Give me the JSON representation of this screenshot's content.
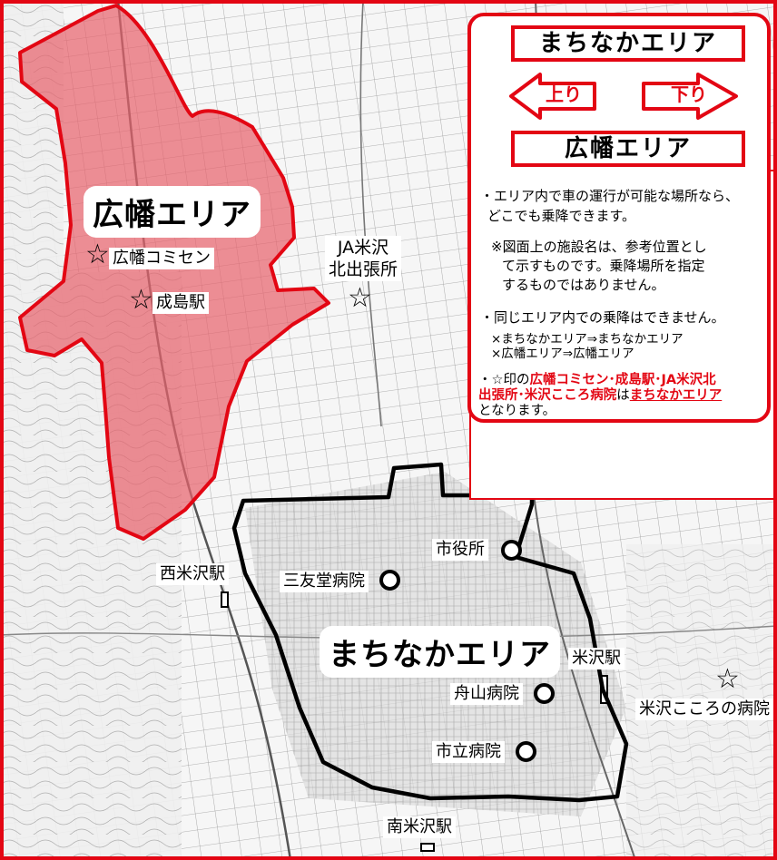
{
  "legend": {
    "top_box": "まちなかエリア",
    "bottom_box": "広幡エリア",
    "up_label": "上り",
    "down_label": "下り",
    "note1_line1": "・エリア内で車の運行が可能な場所なら、",
    "note1_line2": "どこでも乗降できます。",
    "note2_line1": "※図面上の施設名は、参考位置とし",
    "note2_line2": "て示すものです。乗降場所を指定",
    "note2_line3": "するものではありません。",
    "note3": "・同じエリア内での乗降はできません。",
    "note3_ex1": "×まちなかエリア⇒まちなかエリア",
    "note3_ex2": "×広幡エリア⇒広幡エリア",
    "note4_prefix": "・☆印の",
    "note4_red1": "広幡コミセン･成島駅･JA米沢北",
    "note4_red2": "出張所･米沢こころ病院",
    "note4_mid": "は",
    "note4_red3": "まちなかエリア",
    "note4_suffix": "となります。"
  },
  "areas": {
    "hirohata": "広幡エリア",
    "machinaka": "まちなかエリア"
  },
  "places": {
    "hirohata_comisen": "広幡コミセン",
    "narushima": "成島駅",
    "ja_line1": "JA米沢",
    "ja_line2": "北出張所",
    "shiyakusho": "市役所",
    "sanyudo": "三友堂病院",
    "nishi_yonezawa": "西米沢駅",
    "yonezawa": "米沢駅",
    "funayama": "舟山病院",
    "shiritsu": "市立病院",
    "minami_yonezawa": "南米沢駅",
    "kokoro": "米沢こころの病院"
  },
  "colors": {
    "accent": "#e30613",
    "area_fill": "#e8646e",
    "route": "#000000"
  },
  "icons": {
    "facility_star": "star-outline-icon",
    "facility_circle": "circle-outline-icon"
  }
}
